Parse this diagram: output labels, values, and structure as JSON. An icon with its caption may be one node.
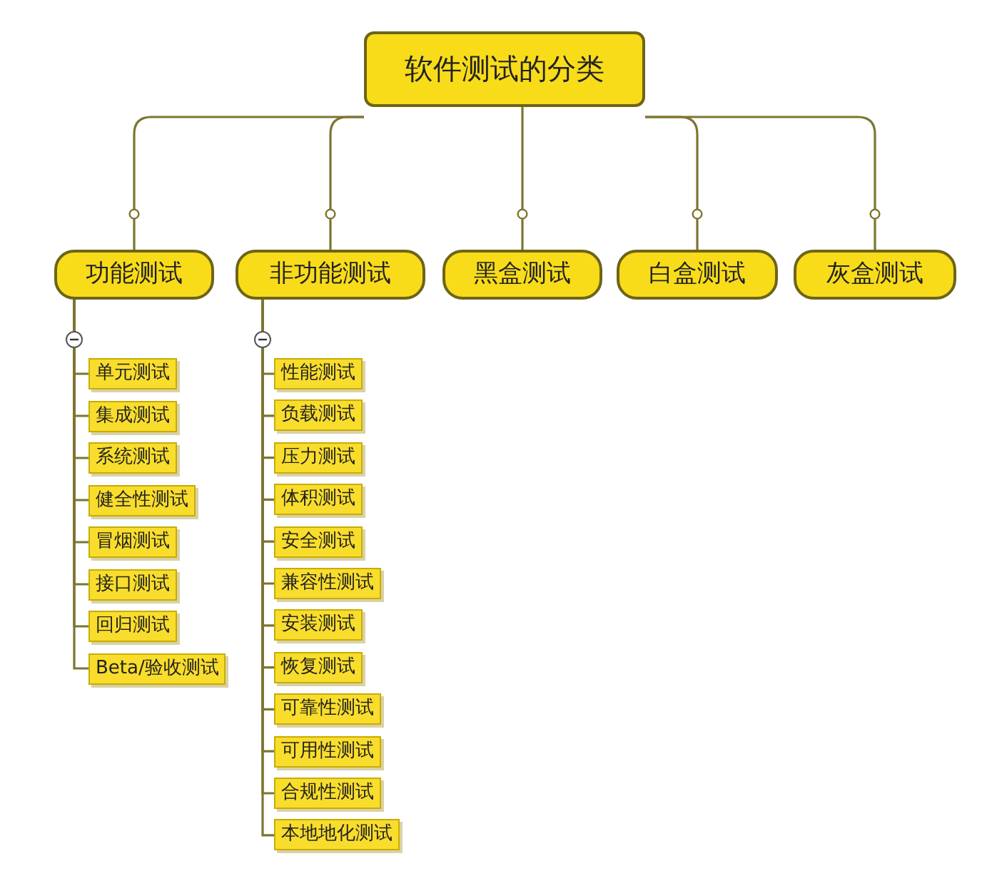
{
  "diagram": {
    "nodes": [
      {
        "text": [
          "软件测试的分类"
        ]
      },
      {
        "text": [
          "功能测试"
        ]
      },
      {
        "text": [
          "非功能测试"
        ]
      },
      {
        "text": [
          "黑盒测试"
        ]
      },
      {
        "text": [
          "白盒测试"
        ]
      },
      {
        "text": [
          "灰盒测试"
        ]
      },
      {
        "text": [
          "单元测试"
        ]
      },
      {
        "text": [
          "集成测试"
        ]
      },
      {
        "text": [
          "系统测试"
        ]
      },
      {
        "text": [
          "健全性测试"
        ]
      },
      {
        "text": [
          "冒烟测试"
        ]
      },
      {
        "text": [
          "接口测试"
        ]
      },
      {
        "text": [
          "回归测试"
        ]
      },
      {
        "text": [
          "Beta/验收测试"
        ]
      },
      {
        "text": [
          "性能测试"
        ]
      },
      {
        "text": [
          "负载测试"
        ]
      },
      {
        "text": [
          "压力测试"
        ]
      },
      {
        "text": [
          "体积测试"
        ]
      },
      {
        "text": [
          "安全测试"
        ]
      },
      {
        "text": [
          "兼容性测试"
        ]
      },
      {
        "text": [
          "安装测试"
        ]
      },
      {
        "text": [
          "恢复测试"
        ]
      },
      {
        "text": [
          "可靠性测试"
        ]
      },
      {
        "text": [
          "可用性测试"
        ]
      },
      {
        "text": [
          "合规性测试"
        ]
      },
      {
        "text": [
          "本地地化测试"
        ]
      }
    ],
    "edges": [
      {
        "from": 0,
        "to": 1,
        "arrow": "none"
      },
      {
        "from": 0,
        "to": 2,
        "arrow": "none"
      },
      {
        "from": 0,
        "to": 3,
        "arrow": "none"
      },
      {
        "from": 0,
        "to": 4,
        "arrow": "none"
      },
      {
        "from": 0,
        "to": 5,
        "arrow": "none"
      },
      {
        "from": 1,
        "to": 6,
        "arrow": "none"
      },
      {
        "from": 1,
        "to": 7,
        "arrow": "none"
      },
      {
        "from": 1,
        "to": 8,
        "arrow": "none"
      },
      {
        "from": 1,
        "to": 9,
        "arrow": "none"
      },
      {
        "from": 1,
        "to": 10,
        "arrow": "none"
      },
      {
        "from": 1,
        "to": 11,
        "arrow": "none"
      },
      {
        "from": 1,
        "to": 12,
        "arrow": "none"
      },
      {
        "from": 1,
        "to": 13,
        "arrow": "none"
      },
      {
        "from": 2,
        "to": 14,
        "arrow": "none"
      },
      {
        "from": 2,
        "to": 15,
        "arrow": "none"
      },
      {
        "from": 2,
        "to": 16,
        "arrow": "none"
      },
      {
        "from": 2,
        "to": 17,
        "arrow": "none"
      },
      {
        "from": 2,
        "to": 18,
        "arrow": "none"
      },
      {
        "from": 2,
        "to": 19,
        "arrow": "none"
      },
      {
        "from": 2,
        "to": 20,
        "arrow": "none"
      },
      {
        "from": 2,
        "to": 21,
        "arrow": "none"
      },
      {
        "from": 2,
        "to": 22,
        "arrow": "none"
      },
      {
        "from": 2,
        "to": 23,
        "arrow": "none"
      },
      {
        "from": 2,
        "to": 24,
        "arrow": "none"
      },
      {
        "from": 2,
        "to": 25,
        "arrow": "none"
      }
    ]
  }
}
